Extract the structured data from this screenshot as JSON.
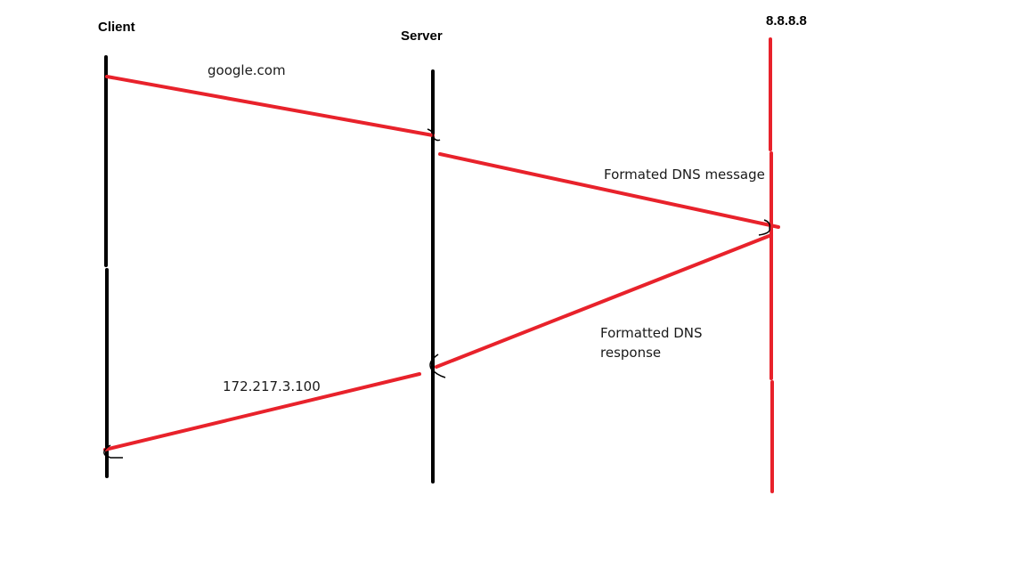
{
  "diagram": {
    "participants": [
      {
        "id": "client",
        "label": "Client",
        "line_color": "#000000"
      },
      {
        "id": "server",
        "label": "Server",
        "line_color": "#000000"
      },
      {
        "id": "dns",
        "label": "8.8.8.8",
        "line_color": "#e8222b"
      }
    ],
    "messages": [
      {
        "id": "m1",
        "from": "client",
        "to": "server",
        "label": "google.com"
      },
      {
        "id": "m2",
        "from": "server",
        "to": "dns",
        "label": "Formated DNS message"
      },
      {
        "id": "m3",
        "from": "dns",
        "to": "server",
        "label_line1": "Formatted DNS",
        "label_line2": "response"
      },
      {
        "id": "m4",
        "from": "server",
        "to": "client",
        "label": "172.217.3.100"
      }
    ],
    "arrow_color": "#e8222b"
  }
}
